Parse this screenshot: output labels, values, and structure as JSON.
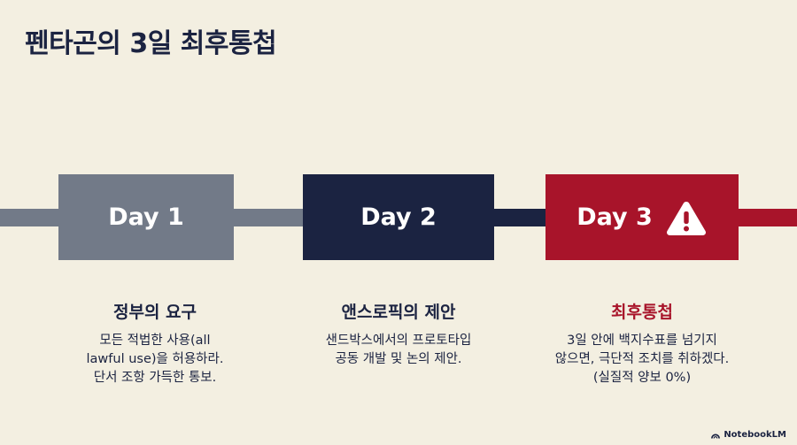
{
  "title": "펜타곤의 3일 최후통첩",
  "colors": {
    "background": "#f3efe1",
    "navy": "#1b2341",
    "gray": "#727a88",
    "red": "#a8142a"
  },
  "steps": [
    {
      "day": "Day 1",
      "heading": "정부의 요구",
      "description": "모든 적법한 사용(all\nlawful use)을 허용하라.\n단서 조항 가득한 통보."
    },
    {
      "day": "Day 2",
      "heading": "앤스로픽의 제안",
      "description": "샌드박스에서의 프로토타입\n공동 개발 및 논의 제안."
    },
    {
      "day": "Day 3",
      "icon": "warning-icon",
      "heading": "최후통첩",
      "description": "3일 안에 백지수표를 넘기지\n않으면, 극단적 조치를 취하겠다.\n(실질적 양보 0%)"
    }
  ],
  "branding": {
    "label": "NotebookLM",
    "icon": "notebooklm-logo-icon"
  }
}
